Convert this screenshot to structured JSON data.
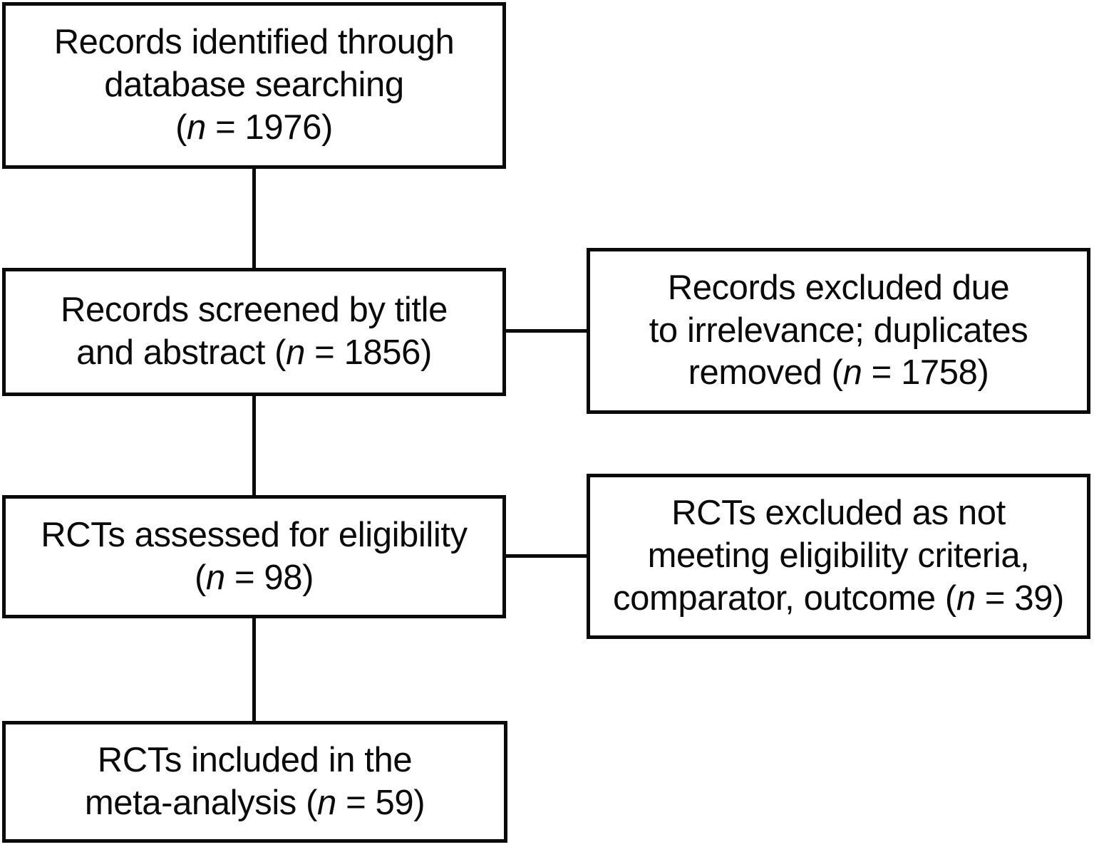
{
  "diagram": {
    "type": "prisma-flow-diagram",
    "orientation": "top-to-bottom",
    "background_color": "#ffffff",
    "line_color": "#0a0a0a",
    "text_color": "#0a0a0a",
    "nodes": [
      {
        "id": "identified",
        "stage": "identification",
        "text": "Records identified through\ndatabase searching\n(n = 1976)",
        "count_label": "n = 1976",
        "count": 1976
      },
      {
        "id": "screened",
        "stage": "screening",
        "text": "Records screened by title\nand abstract (n = 1856)",
        "count_label": "n = 1856",
        "count": 1856
      },
      {
        "id": "excluded-1",
        "stage": "screening-excluded",
        "text": "Records excluded due\nto irrelevance; duplicates\nremoved (n = 1758)",
        "count_label": "n = 1758",
        "count": 1758
      },
      {
        "id": "eligibility",
        "stage": "eligibility",
        "text": "RCTs assessed for eligibility\n(n = 98)",
        "count_label": "n = 98",
        "count": 98
      },
      {
        "id": "excluded-2",
        "stage": "eligibility-excluded",
        "text": "RCTs excluded as not\nmeeting eligibility criteria,\ncomparator, outcome (n = 39)",
        "count_label": "n = 39",
        "count": 39
      },
      {
        "id": "included",
        "stage": "included",
        "text": "RCTs included in the\nmeta-analysis (n = 59)",
        "count_label": "n = 59",
        "count": 59
      }
    ],
    "edges": [
      {
        "id": "identified-screened",
        "from": "identified",
        "to": "screened",
        "direction": "vertical"
      },
      {
        "id": "screened-eligibility",
        "from": "screened",
        "to": "eligibility",
        "direction": "vertical"
      },
      {
        "id": "eligibility-included",
        "from": "eligibility",
        "to": "included",
        "direction": "vertical"
      },
      {
        "id": "screened-excluded1",
        "from": "screened",
        "to": "excluded-1",
        "direction": "horizontal"
      },
      {
        "id": "eligibility-excluded2",
        "from": "eligibility",
        "to": "excluded-2",
        "direction": "horizontal"
      }
    ]
  }
}
